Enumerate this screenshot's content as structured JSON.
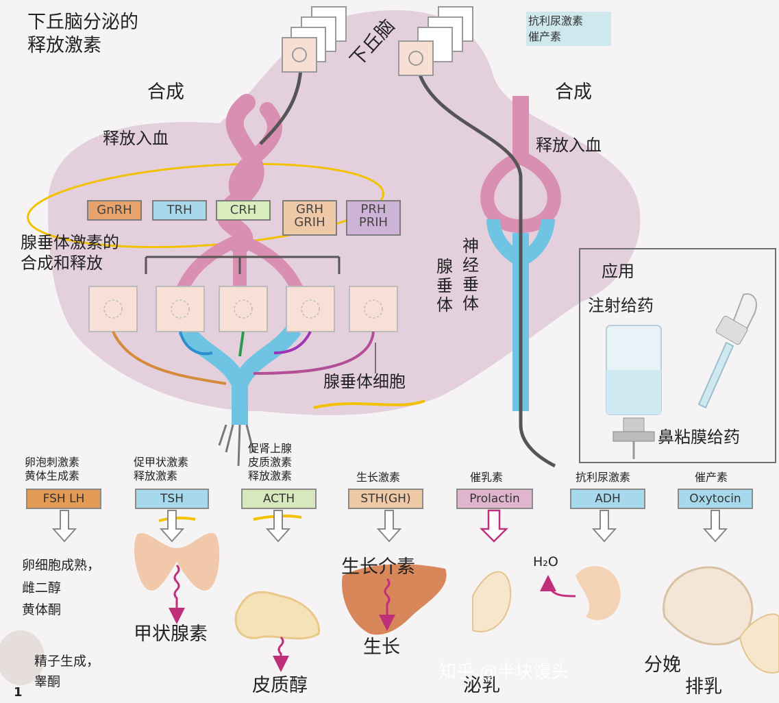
{
  "header": {
    "title_line1": "下丘脑分泌的",
    "title_line2": "释放激素",
    "synthesis_left": "合成",
    "synthesis_right": "合成",
    "hypothalamus": "下丘脑",
    "release_left": "释放入血",
    "release_right": "释放入血",
    "posterior_hormones": [
      "抗利尿激素",
      "催产素"
    ]
  },
  "releasing_hormones": [
    {
      "label": "GnRH",
      "color": "#e7a36b"
    },
    {
      "label": "TRH",
      "color": "#a8d8ec"
    },
    {
      "label": "CRH",
      "color": "#d8ecbc"
    },
    {
      "label": "GRH\nGRIH",
      "color": "#efc9a7"
    },
    {
      "label": "PRH\nPRIH",
      "color": "#cdb3d6"
    }
  ],
  "anterior": {
    "caption_line1": "腺垂体激素的",
    "caption_line2": "合成和释放",
    "cells_label": "腺垂体细胞"
  },
  "posterior": {
    "label_chars": [
      "神",
      "经",
      "垂",
      "体"
    ],
    "label_chars2": [
      "腺",
      "垂",
      "体"
    ]
  },
  "application": {
    "title": "应用",
    "injection": "注射给药",
    "nasal": "鼻粘膜给药"
  },
  "hormone_names": [
    {
      "line1": "卵泡刺激素",
      "line2": "黄体生成素"
    },
    {
      "line1": "促甲状激素",
      "line2": "释放激素"
    },
    {
      "line1": "促肾上腺",
      "line2": "皮质激素",
      "line3": "释放激素"
    },
    {
      "line1": "生长激素"
    },
    {
      "line1": "催乳素"
    },
    {
      "line1": "抗利尿激素"
    },
    {
      "line1": "催产素"
    }
  ],
  "hormone_labels": [
    {
      "label": "FSH LH",
      "color": "#e39a55"
    },
    {
      "label": "TSH",
      "color": "#a7d9ec"
    },
    {
      "label": "ACTH",
      "color": "#d7e8bd"
    },
    {
      "label": "STH(GH)",
      "color": "#efc9a5"
    },
    {
      "label": "Prolactin",
      "color": "#e0b6cf"
    },
    {
      "label": "ADH",
      "color": "#a7d9ec"
    },
    {
      "label": "Oxytocin",
      "color": "#a7d9ec"
    }
  ],
  "effects": {
    "fsh_line1": "卵细胞成熟，",
    "fsh_line2": "雌二醇",
    "fsh_line3": "黄体酮",
    "fsh_line4": "精子生成，",
    "fsh_line5": "睾酮",
    "thyroid": "甲状腺素",
    "cortisol": "皮质醇",
    "somatomedin": "生长介素",
    "growth": "生长",
    "lactation": "泌乳",
    "water": "H₂O",
    "delivery": "分娩",
    "milk_ejection": "排乳"
  },
  "figure_number": "1",
  "watermark": "知乎 @半块馒头",
  "colors": {
    "pink_vessel": "#d98fb1",
    "blue_vessel": "#6fc4e3",
    "background": "#f6f3f4",
    "gland_lilac": "#e3d0dc",
    "yellow_ink": "#f2c200"
  }
}
